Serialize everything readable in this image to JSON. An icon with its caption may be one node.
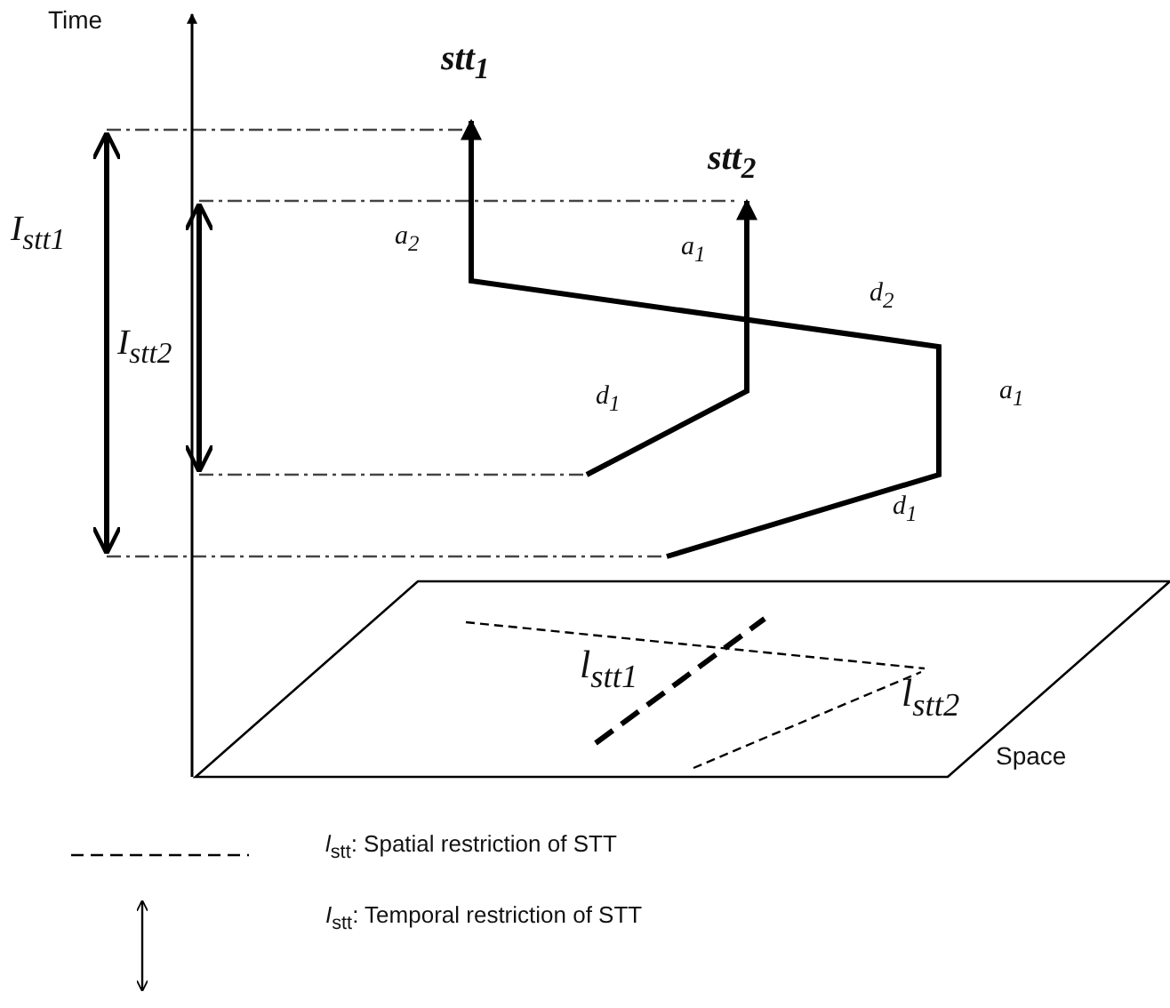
{
  "diagram": {
    "labels": [
      "Time",
      "stt$_{1}$",
      "stt$_{2}$",
      "I$_{stt1}$",
      "a$_{2}$",
      "a$_{1}$",
      "I$_{stt2}$",
      "d$_{2}$",
      "d$_{1}$",
      "a$_{1}$",
      "d$_{1}$",
      "l$_{stt1}$",
      "l$_{stt2}$",
      "Space"
    ],
    "legend": [
      {
        "text": "*l*$_{stt}$: Spatial restriction of STT"
      },
      {
        "text": "*I*$_{stt}$: Temporal restriction of STT"
      }
    ]
  }
}
